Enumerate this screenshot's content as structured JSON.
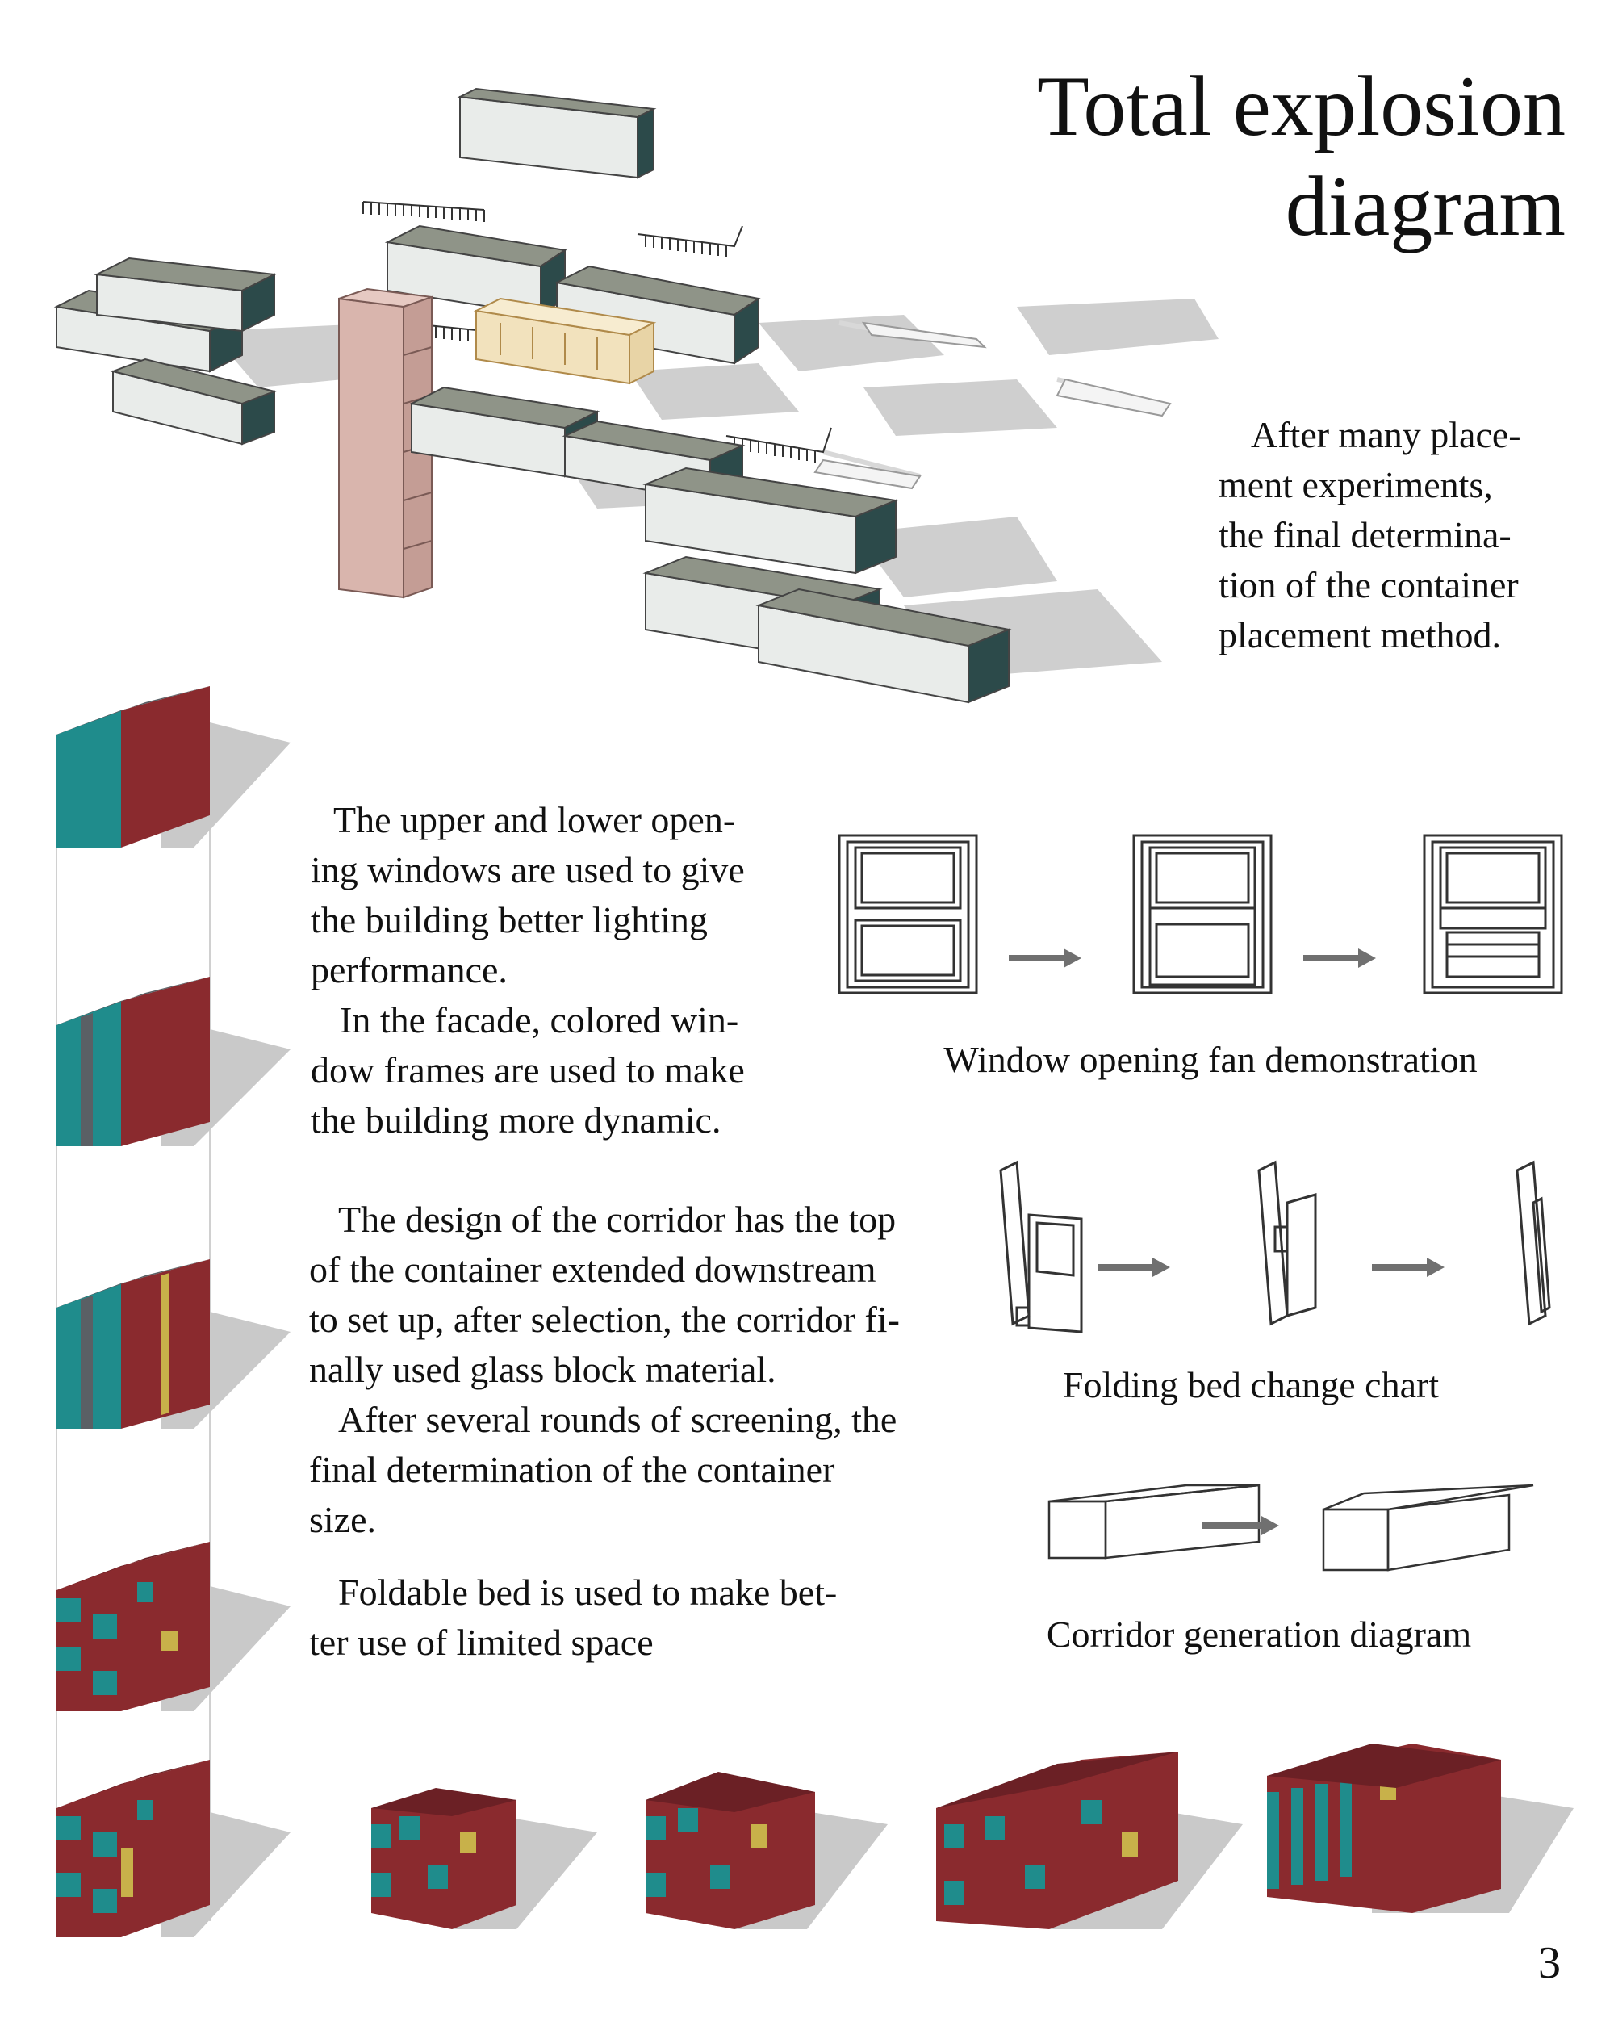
{
  "title": {
    "line1": "Total explosion",
    "line2": "diagram"
  },
  "paragraphs": {
    "placement": [
      "After many place-",
      "ment experiments,",
      "the final determina-",
      "tion of the container",
      "placement method."
    ],
    "windows": [
      "The upper and lower open-",
      "ing windows are used to give",
      "the building better lighting",
      "performance.",
      "In the facade, colored win-",
      "dow frames are used to make",
      "the building more dynamic."
    ],
    "corridor": [
      "The design of the corridor has the top",
      "of the container extended downstream",
      "to set up, after selection, the corridor fi-",
      "nally used glass block material.",
      "After several rounds of screening, the",
      "final determination of the container",
      "size."
    ],
    "bed": [
      "Foldable bed is used to make bet-",
      "ter use of limited space"
    ]
  },
  "captions": {
    "window": "Window opening fan demonstration",
    "bed": "Folding bed change chart",
    "corridor": "Corridor generation diagram"
  },
  "page_number": "3",
  "colors": {
    "brick": "#8a2a2e",
    "teal": "#1f8c8c",
    "shadow": "#c9c9c9",
    "container_top": "#8f9488",
    "container_side": "#e9ecea",
    "container_end": "#2c4a4a",
    "stair_tower": "#d9b5ad",
    "furniture": "#f2e2bd",
    "arrow": "#707070"
  }
}
